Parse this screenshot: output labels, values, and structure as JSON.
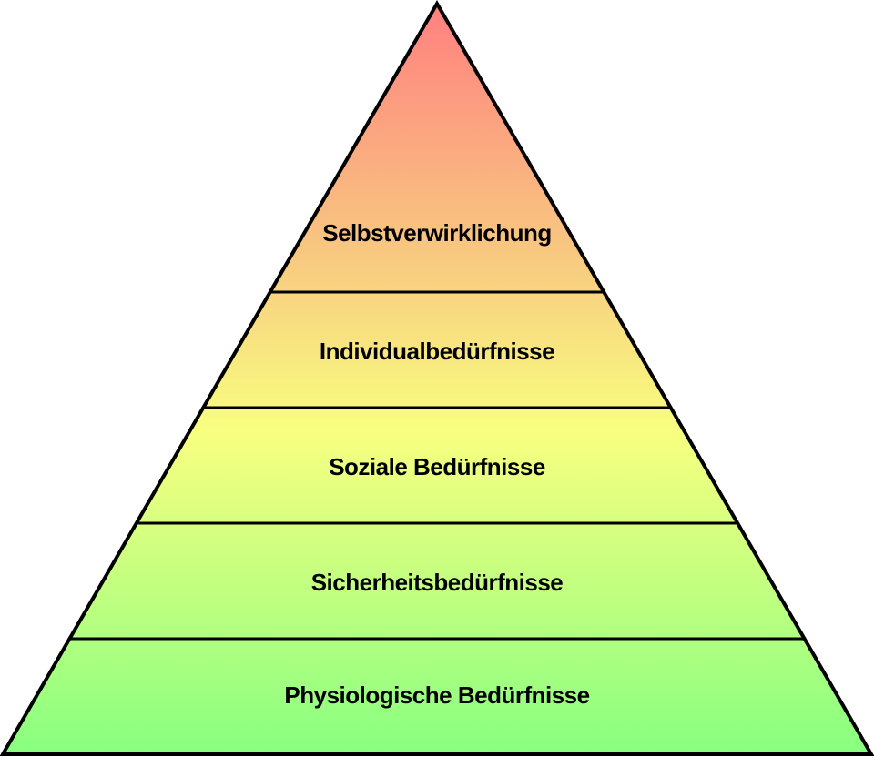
{
  "levels": [
    {
      "label": "Selbstverwirklichung"
    },
    {
      "label": "Individualbedürfnisse"
    },
    {
      "label": "Soziale Bedürfnisse"
    },
    {
      "label": "Sicherheitsbedürfnisse"
    },
    {
      "label": "Physiologische Bedürfnisse"
    }
  ],
  "colors": {
    "top": "#ff8080",
    "upper": "#f8c880",
    "middle": "#f8ff80",
    "bottom": "#88ff80",
    "stroke": "#000000"
  }
}
